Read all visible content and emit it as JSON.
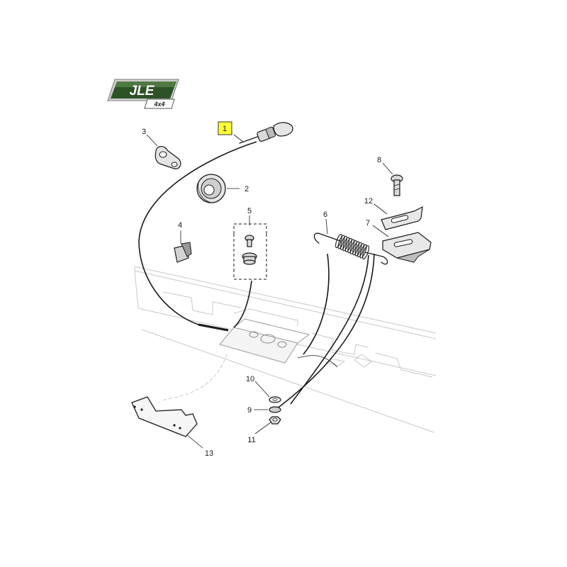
{
  "logo": {
    "brand": "JLE",
    "sub": "4x4",
    "colors": {
      "green_dark": "#1f3d1c",
      "green_light": "#7fa36c",
      "frame": "#cfcfcf"
    }
  },
  "highlight_color": "#ffff33",
  "callouts": {
    "p1": "1",
    "p2": "2",
    "p3": "3",
    "p4": "4",
    "p5": "5",
    "p6": "6",
    "p7": "7",
    "p8": "8",
    "p9": "9",
    "p10": "10",
    "p11": "11",
    "p12": "12",
    "p13": "13"
  }
}
